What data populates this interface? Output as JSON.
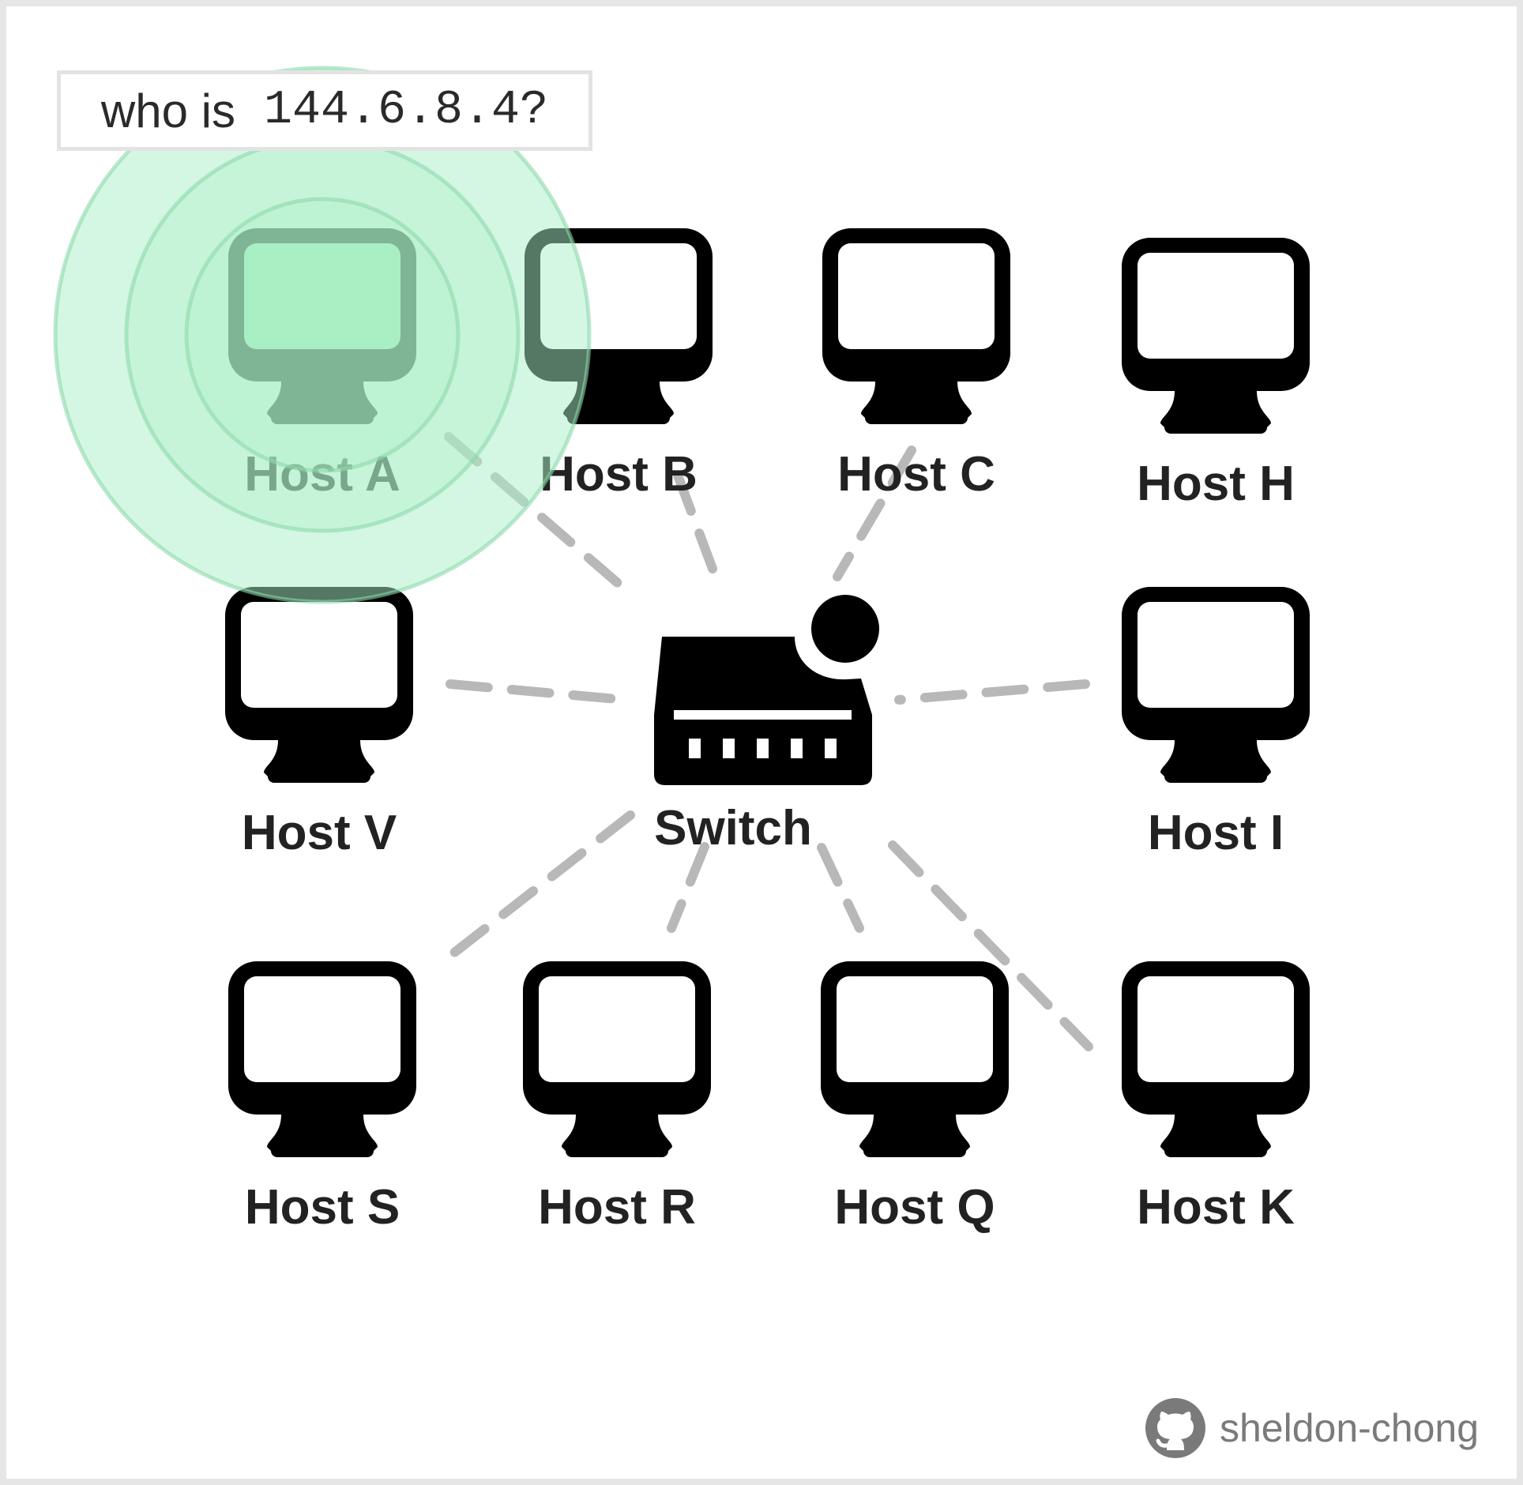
{
  "query": {
    "prefix": "who is",
    "ip": "144.6.8.4?"
  },
  "switch": {
    "label": "Switch"
  },
  "hosts": [
    {
      "id": "a",
      "label": "Host A",
      "highlighted": true
    },
    {
      "id": "b",
      "label": "Host B"
    },
    {
      "id": "c",
      "label": "Host C"
    },
    {
      "id": "h",
      "label": "Host H"
    },
    {
      "id": "v",
      "label": "Host V"
    },
    {
      "id": "i",
      "label": "Host I"
    },
    {
      "id": "s",
      "label": "Host S"
    },
    {
      "id": "r",
      "label": "Host R"
    },
    {
      "id": "q",
      "label": "Host Q"
    },
    {
      "id": "k",
      "label": "Host K"
    }
  ],
  "credit": {
    "text": "sheldon-chong",
    "icon": "github-icon"
  },
  "colors": {
    "highlight": "#a8efc5",
    "pulse_ring": "#8ed9ab",
    "link": "#b8b8b8",
    "icon": "#000000",
    "text": "#222222"
  }
}
